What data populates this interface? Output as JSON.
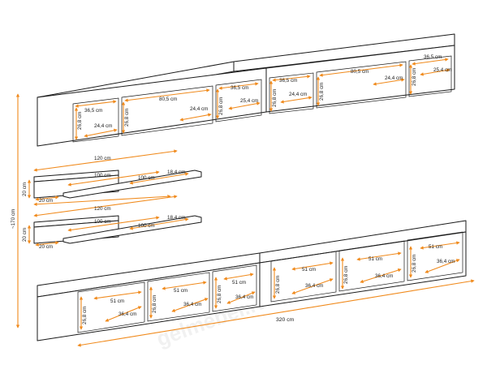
{
  "colors": {
    "dimension": "#f08a1c",
    "outline": "#1a1a1a",
    "background": "#ffffff"
  },
  "top_unit": {
    "labels": {
      "l1_w": "36,5 cm",
      "l1_h": "26,8 cm",
      "l1_d": "24,4 cm",
      "l2_w": "80,5 cm",
      "l2_h": "26,8 cm",
      "l2_d": "24,4 cm",
      "l3_w": "36,5 cm",
      "l3_h": "26,8 cm",
      "l3_d": "25,4 cm",
      "r1_w": "36,5 cm",
      "r1_h": "26,8 cm",
      "r1_d": "24,4 cm",
      "r2_w": "80,5 cm",
      "r2_h": "26,8 cm",
      "r2_d": "24,4 cm",
      "r3_w": "36,5 cm",
      "r3_h": "26,8 cm",
      "r3_d": "25,4 cm"
    }
  },
  "shelf_1": {
    "length": "120 cm",
    "inner_length": "100 cm",
    "board_length": "100 cm",
    "depth": "18,4 cm",
    "height": "20 cm",
    "back": "20 cm"
  },
  "shelf_2": {
    "length": "120 cm",
    "inner_length": "100 cm",
    "board_length": "100 cm",
    "depth": "18,4 cm",
    "height": "20 cm",
    "back": "20 cm"
  },
  "overall_height": "~170 cm",
  "bottom_unit": {
    "total_width": "320 cm",
    "labels": {
      "c1_w": "51 cm",
      "c1_h": "26,8 cm",
      "c1_d": "36,4 cm",
      "c2_w": "51 cm",
      "c2_h": "26,8 cm",
      "c2_d": "36,4 cm",
      "c3_w": "51 cm",
      "c3_h": "26,8 cm",
      "c3_d": "36,4 cm",
      "c4_w": "51 cm",
      "c4_h": "26,8 cm",
      "c4_d": "36,4 cm",
      "c5_w": "51 cm",
      "c5_h": "26,8 cm",
      "c5_d": "36,4 cm",
      "c6_w": "51 cm",
      "c6_h": "26,8 cm",
      "c6_d": "36,4 cm"
    }
  }
}
